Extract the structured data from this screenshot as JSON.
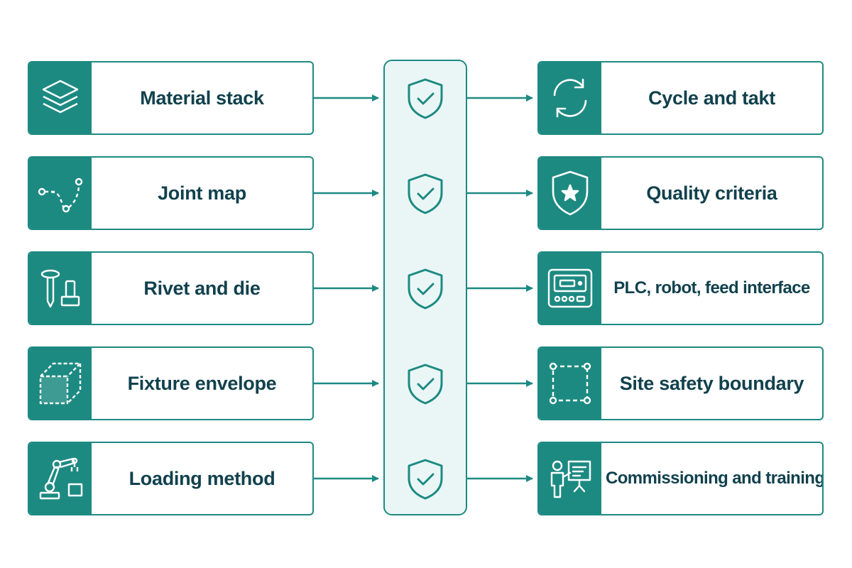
{
  "colors": {
    "accent": "#1d8a82",
    "text": "#11414d",
    "column_fill": "#eaf6f6"
  },
  "inputs": [
    {
      "label": "Material stack",
      "icon": "layers-icon"
    },
    {
      "label": "Joint map",
      "icon": "path-icon"
    },
    {
      "label": "Rivet and die",
      "icon": "rivet-die-icon"
    },
    {
      "label": "Fixture envelope",
      "icon": "cube-icon"
    },
    {
      "label": "Loading method",
      "icon": "robot-arm-icon"
    }
  ],
  "checks": [
    {
      "icon": "shield-check-icon"
    },
    {
      "icon": "shield-check-icon"
    },
    {
      "icon": "shield-check-icon"
    },
    {
      "icon": "shield-check-icon"
    },
    {
      "icon": "shield-check-icon"
    }
  ],
  "outputs": [
    {
      "label": "Cycle and takt",
      "icon": "cycle-icon"
    },
    {
      "label": "Quality criteria",
      "icon": "shield-star-icon"
    },
    {
      "label": "PLC, robot, feed interface",
      "icon": "control-panel-icon"
    },
    {
      "label": "Site safety boundary",
      "icon": "boundary-icon"
    },
    {
      "label": "Commissioning and training",
      "icon": "trainer-icon"
    }
  ]
}
